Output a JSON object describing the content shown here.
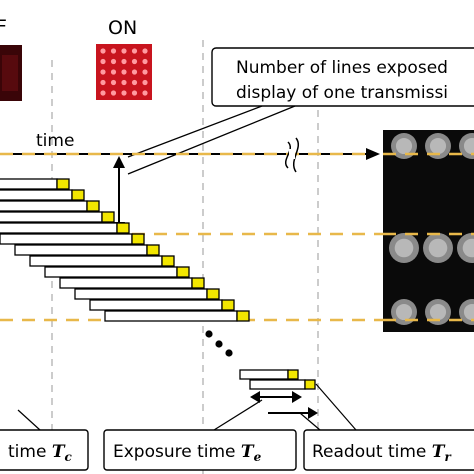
{
  "labels": {
    "off_partial": "F",
    "on": "ON",
    "time": "time",
    "callout_line1": "Number of lines exposed",
    "callout_line2": "display of one transmissi",
    "frame_time_prefix": "time",
    "frame_time_symbol": "T",
    "frame_time_sub": "c",
    "exposure_text": "Exposure time",
    "exposure_symbol": "T",
    "exposure_sub": "e",
    "readout_text": "Readout time",
    "readout_symbol": "T",
    "readout_sub": "r"
  },
  "colors": {
    "accent": "#f2e600",
    "dashed_line": "#e8b84a",
    "led_on_bg": "#c8141e",
    "led_dot": "#ff9aa0",
    "off_bg": "#3a0508",
    "camera_bg": "#0a0a0a",
    "camera_blob": "#8a8a8a",
    "divider": "#bbbbbb"
  },
  "led_grid": {
    "rows": 5,
    "cols": 5
  },
  "exposure_rows": 13,
  "camera_rows": 3
}
